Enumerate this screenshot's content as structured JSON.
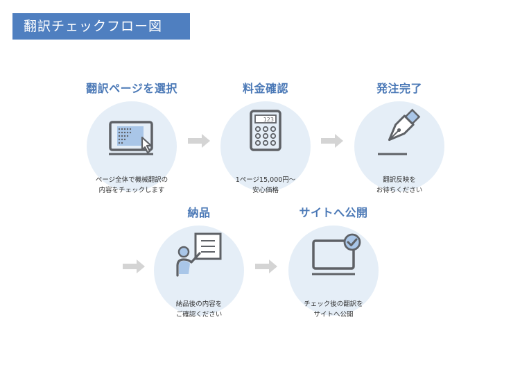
{
  "title": "翻訳チェックフロー図",
  "steps": [
    {
      "title": "翻訳ページを選択",
      "desc": [
        "ページ全体で機械翻訳の",
        "内容をチェックします"
      ],
      "icon": "monitor-cursor-icon"
    },
    {
      "title": "料金確認",
      "desc": [
        "1ページ15,000円〜",
        "安心価格"
      ],
      "icon": "calculator-icon",
      "display": "123"
    },
    {
      "title": "発注完了",
      "desc": [
        "翻訳反映を",
        "お待ちください"
      ],
      "icon": "pen-nib-icon"
    },
    {
      "title": "納品",
      "desc": [
        "納品後の内容を",
        "ご確認ください"
      ],
      "icon": "presenter-board-icon"
    },
    {
      "title": "サイトへ公開",
      "desc": [
        "チェック後の翻訳を",
        "サイトへ公開"
      ],
      "icon": "monitor-check-icon"
    }
  ],
  "colors": {
    "accent": "#4f7fc0",
    "title_text": "#4a78b6",
    "circle": "#e5eef7",
    "icon_gray": "#5e6166",
    "icon_blue": "#a9c6e8",
    "arrow": "#d4d4d4"
  }
}
